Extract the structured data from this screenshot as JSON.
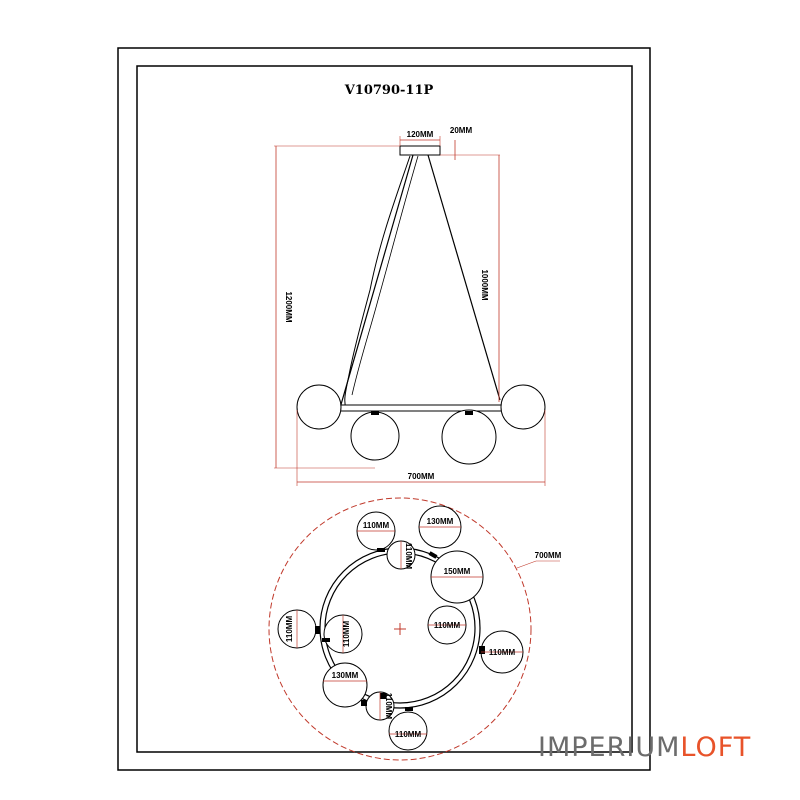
{
  "title": "V10790-11P",
  "dimensions": {
    "canopy_width": "120MM",
    "canopy_height": "20MM",
    "total_height": "1200MM",
    "cable_length": "1000MM",
    "fixture_width": "700MM",
    "plan_diameter": "700MM"
  },
  "plan_labels": {
    "top_left": "110MM",
    "top_right": "130MM",
    "upper_center": "110MM",
    "large_right": "150MM",
    "left_outer": "110MM",
    "left_inner": "110MM",
    "right_inner": "110MM",
    "right_outer": "110MM",
    "lower_left": "130MM",
    "lower_center": "110MM",
    "bottom": "110MM"
  },
  "brand": {
    "part1": "IMPERIUM",
    "part2": "LOFT"
  },
  "colors": {
    "line": "#000000",
    "dimension_line": "#c0392b",
    "brand_gray": "#6c6c6c",
    "brand_orange": "#e8532a"
  }
}
